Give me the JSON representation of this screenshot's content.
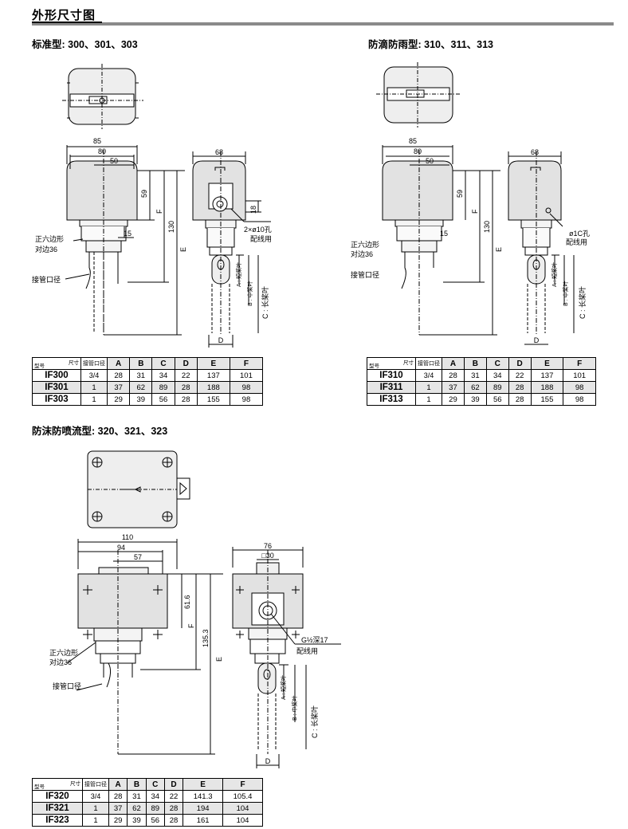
{
  "page_title": "外形尺寸图",
  "sections": [
    {
      "heading": "标准型: 300、301、303",
      "labels": {
        "hex": "正六边形",
        "hex_size": "对边36",
        "pipe": "接管口径",
        "hole": "2×ø10孔",
        "wiring": "配线用",
        "dimA": "A : 短桨叶",
        "dimB": "B : 中桨叶",
        "dimC": "C : 长桨叶"
      },
      "dims": {
        "w85": "85",
        "w80": "80",
        "w50": "50",
        "h59": "59",
        "h15": "15",
        "F": "F",
        "h130": "130",
        "E": "E",
        "w68": "68",
        "h18": "18",
        "D": "D"
      },
      "table": {
        "hdr_size": "尺寸",
        "hdr_model": "型号",
        "hdr_pipe": "接管口径",
        "cols": [
          "A",
          "B",
          "C",
          "D",
          "E",
          "F"
        ],
        "rows": [
          {
            "model": "IF300",
            "pipe": "3/4",
            "vals": [
              "28",
              "31",
              "34",
              "22",
              "137",
              "101"
            ]
          },
          {
            "model": "IF301",
            "pipe": "1",
            "vals": [
              "37",
              "62",
              "89",
              "28",
              "188",
              "98"
            ]
          },
          {
            "model": "IF303",
            "pipe": "1",
            "vals": [
              "29",
              "39",
              "56",
              "28",
              "155",
              "98"
            ]
          }
        ]
      }
    },
    {
      "heading": "防滴防雨型: 310、311、313",
      "labels": {
        "hex": "正六边形",
        "hex_size": "对边36",
        "pipe": "接管口径",
        "hole": "ø1C孔",
        "wiring": "配线用",
        "dimA": "A : 短桨叶",
        "dimB": "B : 中桨叶",
        "dimC": "C : 长桨叶"
      },
      "dims": {
        "w85": "85",
        "w80": "80",
        "w50": "50",
        "h59": "59",
        "h15": "15",
        "F": "F",
        "h130": "130",
        "E": "E",
        "w68": "68",
        "D": "D"
      },
      "table": {
        "hdr_size": "尺寸",
        "hdr_model": "型号",
        "hdr_pipe": "接管口径",
        "cols": [
          "A",
          "B",
          "C",
          "D",
          "E",
          "F"
        ],
        "rows": [
          {
            "model": "IF310",
            "pipe": "3/4",
            "vals": [
              "28",
              "31",
              "34",
              "22",
              "137",
              "101"
            ]
          },
          {
            "model": "IF311",
            "pipe": "1",
            "vals": [
              "37",
              "62",
              "89",
              "28",
              "188",
              "98"
            ]
          },
          {
            "model": "IF313",
            "pipe": "1",
            "vals": [
              "29",
              "39",
              "56",
              "28",
              "155",
              "98"
            ]
          }
        ]
      }
    },
    {
      "heading": "防沫防喷流型: 320、321、323",
      "labels": {
        "hex": "正六边形",
        "hex_size": "对边36",
        "pipe": "接管口径",
        "conduit": "G½深17",
        "wiring": "配线用",
        "dimA": "A : 短桨叶",
        "dimB": "B : 中桨叶",
        "dimC": "C : 长桨叶"
      },
      "dims": {
        "w110": "110",
        "w94": "94",
        "w57": "57",
        "h616": "61.6",
        "F": "F",
        "h1353": "135.3",
        "E": "E",
        "w76": "76",
        "sq30": "□30",
        "D": "D"
      },
      "table": {
        "hdr_size": "尺寸",
        "hdr_model": "型号",
        "hdr_pipe": "接管口径",
        "cols": [
          "A",
          "B",
          "C",
          "D",
          "E",
          "F"
        ],
        "rows": [
          {
            "model": "IF320",
            "pipe": "3/4",
            "vals": [
              "28",
              "31",
              "34",
              "22",
              "141.3",
              "105.4"
            ]
          },
          {
            "model": "IF321",
            "pipe": "1",
            "vals": [
              "37",
              "62",
              "89",
              "28",
              "194",
              "104"
            ]
          },
          {
            "model": "IF323",
            "pipe": "1",
            "vals": [
              "29",
              "39",
              "56",
              "28",
              "161",
              "104"
            ]
          }
        ]
      }
    }
  ]
}
